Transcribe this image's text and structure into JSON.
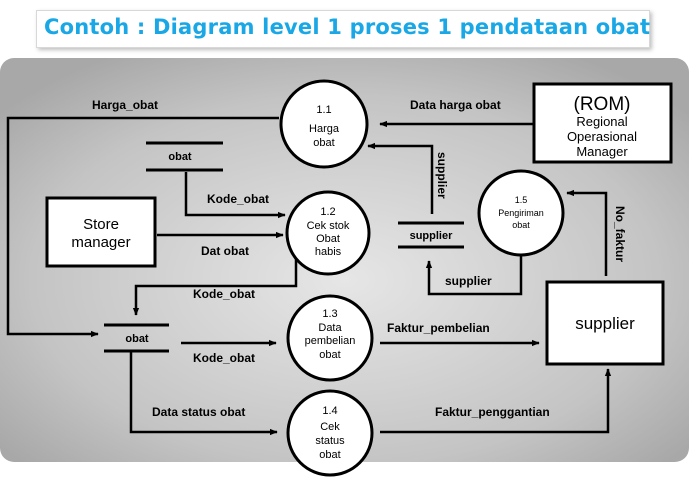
{
  "title": "Contoh : Diagram level 1 proses 1 pendataan obat",
  "entities": {
    "rom": {
      "line1": "(ROM)",
      "line2": "Regional",
      "line3": "Operasional",
      "line4": "Manager"
    },
    "store": {
      "line1": "Store",
      "line2": "manager"
    },
    "supplier": {
      "label": "supplier"
    }
  },
  "processes": {
    "p11": {
      "number": "1.1",
      "line1": "Harga",
      "line2": "obat"
    },
    "p12": {
      "number": "1.2",
      "line1": "Cek stok",
      "line2": "Obat",
      "line3": "habis"
    },
    "p13": {
      "number": "1.3",
      "line1": "Data",
      "line2": "pembelian",
      "line3": "obat"
    },
    "p14": {
      "number": "1.4",
      "line1": "Cek",
      "line2": "status",
      "line3": "obat"
    },
    "p15": {
      "number": "1.5",
      "line1": "Pengiriman",
      "line2": "obat"
    }
  },
  "stores": {
    "obat_top": "obat",
    "supplier": "supplier",
    "obat_mid": "obat"
  },
  "flows": {
    "harga_obat": "Harga_obat",
    "data_harga_obat": "Data harga obat",
    "supplier_vertical": "supplier",
    "kode_obat_1": "Kode_obat",
    "dat_obat": "Dat obat",
    "kode_obat_2": "Kode_obat",
    "kode_obat_3": "Kode_obat",
    "supplier_bottom": "supplier",
    "no_faktur": "No_faktur",
    "faktur_pembelian": "Faktur_pembelian",
    "data_status_obat": "Data status obat",
    "faktur_penggantian": "Faktur_penggantian"
  }
}
